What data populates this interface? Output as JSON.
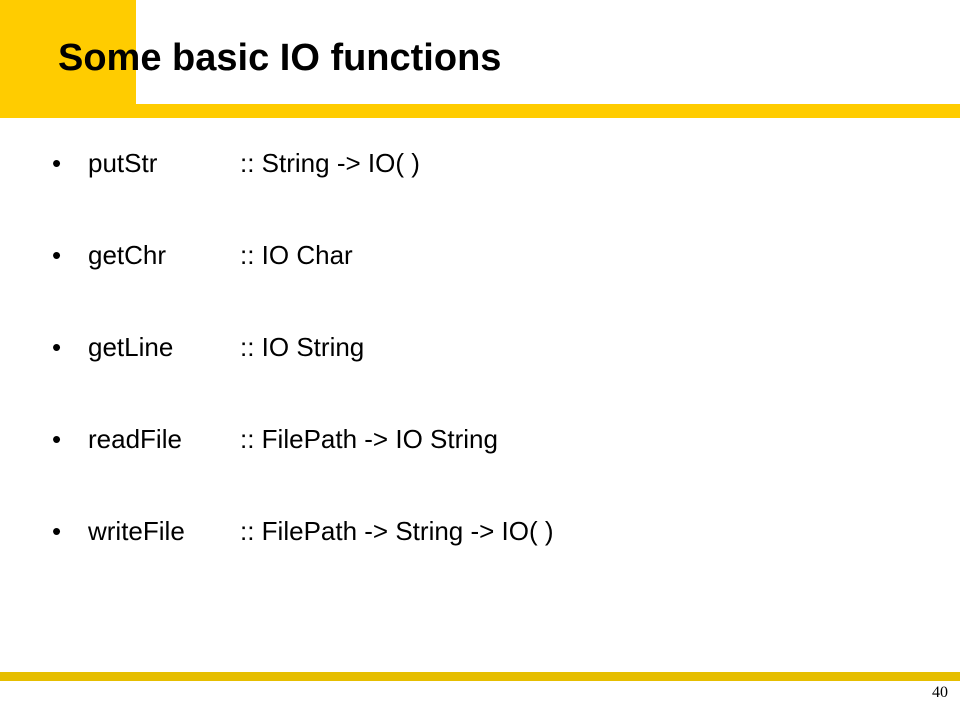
{
  "slide": {
    "title": "Some basic IO functions",
    "bullet_glyph": "•",
    "items": [
      {
        "name": "putStr",
        "type": ":: String -> IO( )"
      },
      {
        "name": "getChr",
        "type": ":: IO Char"
      },
      {
        "name": "getLine",
        "type": ":: IO String"
      },
      {
        "name": "readFile",
        "type": ":: FilePath -> IO String"
      },
      {
        "name": "writeFile",
        "type": ":: FilePath -> String -> IO( )"
      }
    ],
    "page_number": "40"
  },
  "colors": {
    "accent": "#FFCC00",
    "footer_rule": "#E6BE00",
    "text": "#000000",
    "background": "#FFFFFF"
  }
}
